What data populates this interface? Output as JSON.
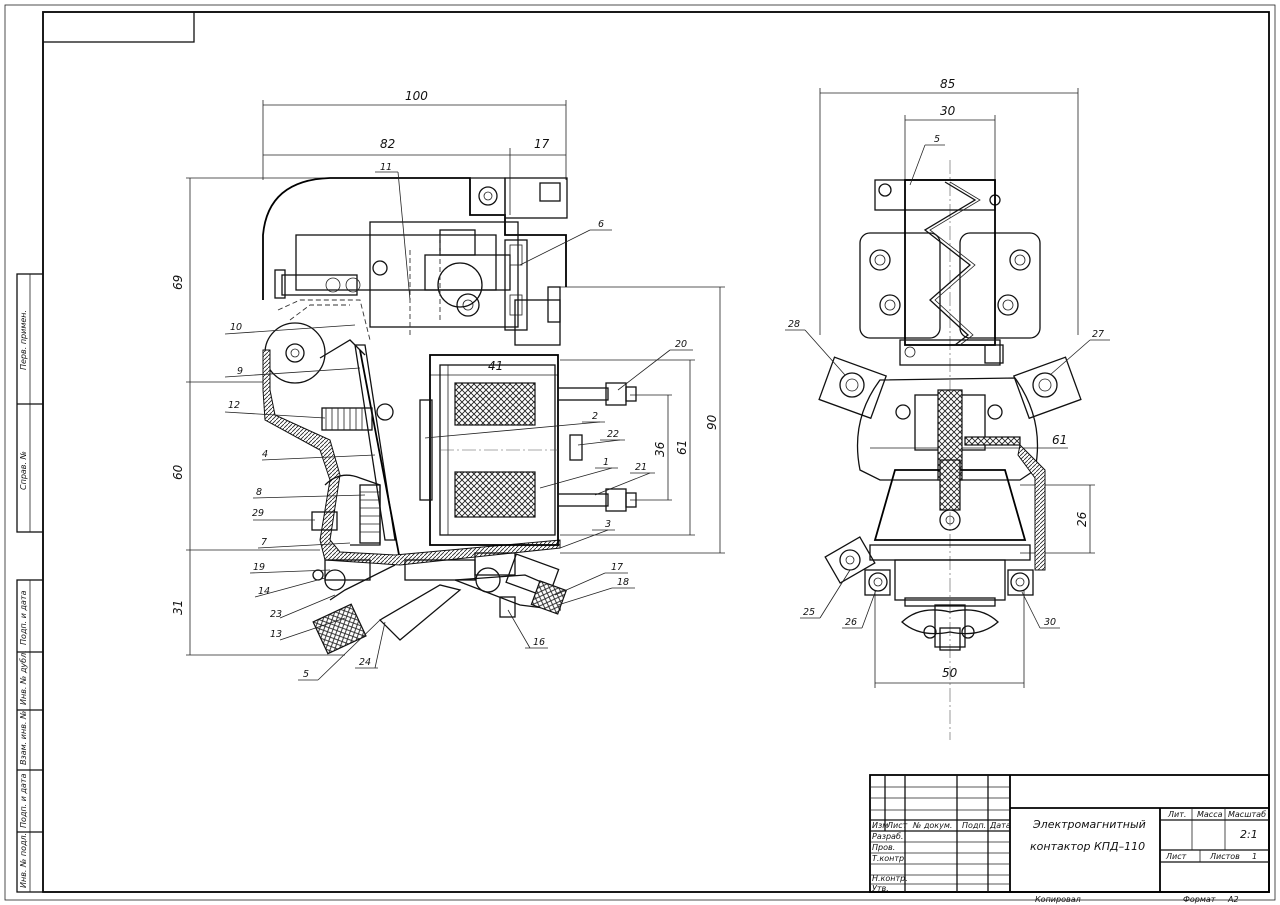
{
  "drawing": {
    "front_view": {
      "dimensions": [
        "100",
        "82",
        "17",
        "69",
        "60",
        "31",
        "41",
        "36",
        "61",
        "90"
      ],
      "part_labels": [
        "11",
        "6",
        "10",
        "9",
        "12",
        "2",
        "22",
        "4",
        "1",
        "21",
        "8",
        "29",
        "7",
        "3",
        "19",
        "14",
        "23",
        "13",
        "5",
        "24",
        "16",
        "17",
        "18",
        "20"
      ]
    },
    "side_view": {
      "dimensions": [
        "85",
        "30",
        "61",
        "26",
        "50"
      ],
      "part_labels": [
        "5",
        "28",
        "27",
        "25",
        "26",
        "30"
      ]
    }
  },
  "left_strip": {
    "cells": [
      "Перв. примен.",
      "Справ. №",
      "Подп. и дата",
      "Инв. № дубл.",
      "Взам. инв. №",
      "Подп. и дата",
      "Инв. № подл."
    ]
  },
  "title_block": {
    "col_headers": [
      "Изм",
      "Лист",
      "№ докум.",
      "Подп.",
      "Дата"
    ],
    "rows": [
      "Разраб.",
      "Пров.",
      "Т.контр.",
      "Н.контр.",
      "Утв."
    ],
    "title_line1": "Электромагнитный",
    "title_line2": "контактор КПД–110",
    "lit": "Лит.",
    "massa": "Масса",
    "masshtab": "Масштаб",
    "scale": "2:1",
    "list": "Лист",
    "listov": "Листов",
    "listov_count": "1",
    "copied": "Копировал",
    "format_label": "Формат",
    "format": "А2"
  }
}
